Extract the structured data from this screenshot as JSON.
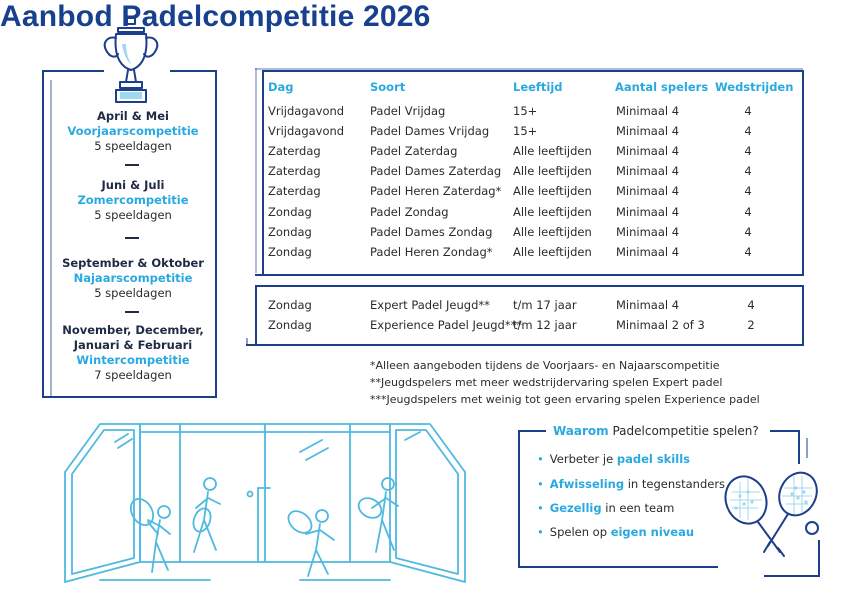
{
  "title": "Aanbod Padelcompetitie 2026",
  "seasons": [
    {
      "months": "April & Mei",
      "name": "Voorjaarscompetitie",
      "days": "5 speeldagen"
    },
    {
      "months": "Juni & Juli",
      "name": "Zomercompetitie",
      "days": "5 speeldagen"
    },
    {
      "months": "September & Oktober",
      "name": "Najaarscompetitie",
      "days": "5 speeldagen"
    },
    {
      "months_line1": "November, December,",
      "months_line2": "Januari & Februari",
      "name": "Wintercompetitie",
      "days": "7 speeldagen"
    }
  ],
  "table": {
    "headers": [
      "Dag",
      "Soort",
      "Leeftijd",
      "Aantal spelers",
      "Wedstrijden"
    ],
    "rows": [
      [
        "Vrijdagavond",
        "Padel Vrijdag",
        "15+",
        "Minimaal 4",
        "4"
      ],
      [
        "Vrijdagavond",
        "Padel Dames Vrijdag",
        "15+",
        "Minimaal 4",
        "4"
      ],
      [
        "Zaterdag",
        "Padel Zaterdag",
        "Alle leeftijden",
        "Minimaal 4",
        "4"
      ],
      [
        "Zaterdag",
        "Padel Dames Zaterdag",
        "Alle leeftijden",
        "Minimaal 4",
        "4"
      ],
      [
        "Zaterdag",
        "Padel Heren Zaterdag*",
        "Alle leeftijden",
        "Minimaal 4",
        "4"
      ],
      [
        "Zondag",
        "Padel Zondag",
        "Alle leeftijden",
        "Minimaal 4",
        "4"
      ],
      [
        "Zondag",
        "Padel Dames Zondag",
        "Alle leeftijden",
        "Minimaal 4",
        "4"
      ],
      [
        "Zondag",
        "Padel Heren Zondag*",
        "Alle leeftijden",
        "Minimaal 4",
        "4"
      ]
    ],
    "youth_rows": [
      [
        "Zondag",
        "Expert Padel Jeugd**",
        "t/m 17 jaar",
        "Minimaal 4",
        "4"
      ],
      [
        "Zondag",
        "Experience Padel Jeugd***",
        "t/m 12 jaar",
        "Minimaal 2 of 3",
        "2"
      ]
    ]
  },
  "notes": [
    "*Alleen aangeboden tijdens de Voorjaars- en Najaarscompetitie",
    "**Jeugdspelers met meer wedstrijdervaring spelen Expert padel",
    "***Jeugdspelers met weinig tot geen ervaring spelen Experience padel"
  ],
  "why": {
    "title_bold": "Waarom",
    "title_rest": " Padelcompetitie spelen?",
    "items": [
      {
        "pre": "Verbeter je ",
        "bold": "padel skills",
        "post": ""
      },
      {
        "pre": "",
        "bold": "Afwisseling",
        "post": " in tegenstanders"
      },
      {
        "pre": "",
        "bold": "Gezellig",
        "post": " in een team"
      },
      {
        "pre": "Spelen op ",
        "bold": "eigen niveau",
        "post": ""
      }
    ]
  },
  "colors": {
    "navy": "#17418f",
    "accent": "#29a9e0",
    "line_blue": "#1b3f8a",
    "court": "#5bc4e6"
  },
  "icons": [
    "trophy-icon",
    "padel-court-illustration",
    "padel-rackets-icon"
  ]
}
